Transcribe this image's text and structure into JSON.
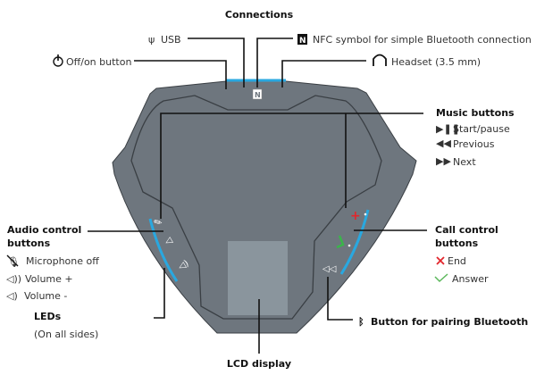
{
  "title": "Connections",
  "connections": {
    "power": {
      "label": "Off/on button",
      "icon": "power-icon"
    },
    "usb": {
      "label": "USB",
      "icon": "usb-icon"
    },
    "nfc": {
      "label": "NFC symbol for simple Bluetooth connection",
      "icon": "nfc-icon"
    },
    "headset": {
      "label": "Headset (3.5 mm)",
      "icon": "headset-icon"
    }
  },
  "music": {
    "heading": "Music buttons",
    "items": [
      {
        "label": "Start/pause",
        "icon": "play-pause-icon"
      },
      {
        "label": "Previous",
        "icon": "previous-icon"
      },
      {
        "label": "Next",
        "icon": "next-icon"
      }
    ]
  },
  "audio": {
    "heading_line1": "Audio control",
    "heading_line2": "buttons",
    "items": [
      {
        "label": "Microphone off",
        "icon": "mic-off-icon"
      },
      {
        "label": "Volume +",
        "icon": "volume-up-icon"
      },
      {
        "label": "Volume -",
        "icon": "volume-down-icon"
      }
    ]
  },
  "leds": {
    "heading": "LEDs",
    "note": "(On all sides)"
  },
  "call": {
    "heading_line1": "Call control",
    "heading_line2": "buttons",
    "items": [
      {
        "label": "End",
        "icon": "end-call-icon",
        "color": "#e2262c"
      },
      {
        "label": "Answer",
        "icon": "answer-call-icon",
        "color": "#5cb85c"
      }
    ]
  },
  "bluetooth": {
    "label": "Button for pairing Bluetooth",
    "icon": "bluetooth-icon"
  },
  "lcd": {
    "label": "LCD display"
  },
  "colors": {
    "device": "#6e767e",
    "outline": "#3a3f44",
    "led": "#29a8e0",
    "lcd": "#8a959d"
  }
}
